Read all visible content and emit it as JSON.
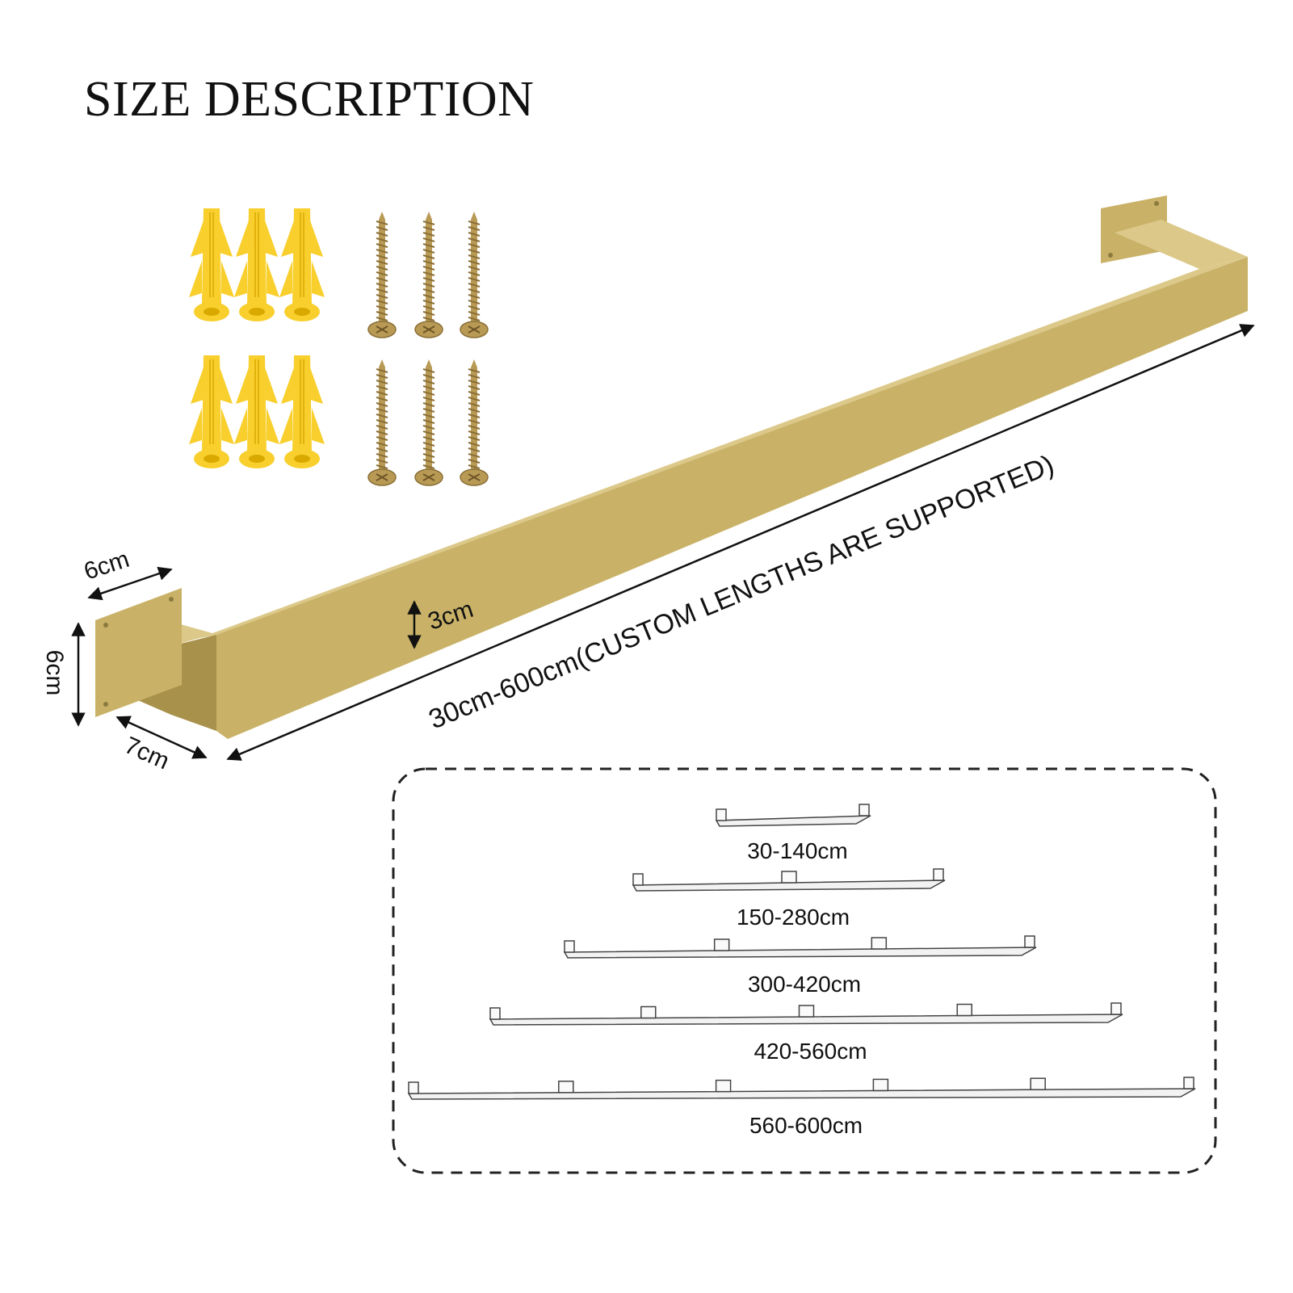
{
  "title": "SIZE DESCRIPTION",
  "colors": {
    "brass": "#c9b267",
    "brass_dark": "#a8914a",
    "brass_light": "#dcc98a",
    "anchor_yellow": "#f8cf2c",
    "screw": "#b99a55"
  },
  "hardware": {
    "anchor_icon": "yellow-wall-anchor-icon",
    "screw_icon": "screw-icon",
    "anchor_count": 6,
    "screw_count": 6
  },
  "dimensions": {
    "bracket_width": "6cm",
    "bracket_height": "6cm",
    "bracket_depth": "7cm",
    "bar_thickness": "3cm",
    "length": "30cm-600cm(CUSTOM LENGTHS ARE SUPPORTED)"
  },
  "variants": [
    {
      "label": "30-140cm",
      "mounts": 2
    },
    {
      "label": "150-280cm",
      "mounts": 3
    },
    {
      "label": "300-420cm",
      "mounts": 4
    },
    {
      "label": "420-560cm",
      "mounts": 5
    },
    {
      "label": "560-600cm",
      "mounts": 6
    }
  ]
}
